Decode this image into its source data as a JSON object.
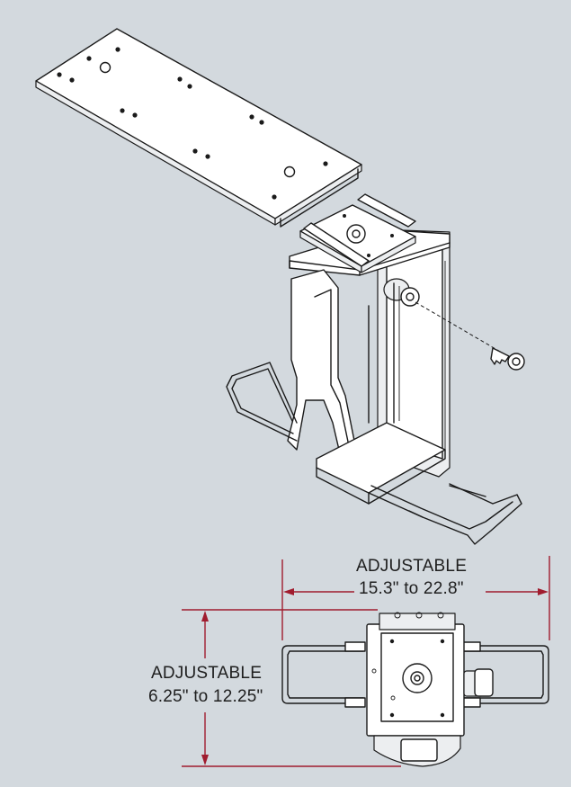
{
  "dimension_width": {
    "label": "ADJUSTABLE",
    "value": "15.3\" to 22.8\""
  },
  "dimension_height": {
    "label": "ADJUSTABLE",
    "value": "6.25\" to 12.25\""
  },
  "colors": {
    "background": "#d3d9de",
    "line_art": "#1a1a1a",
    "dimension_lines": "#a01c2e"
  }
}
